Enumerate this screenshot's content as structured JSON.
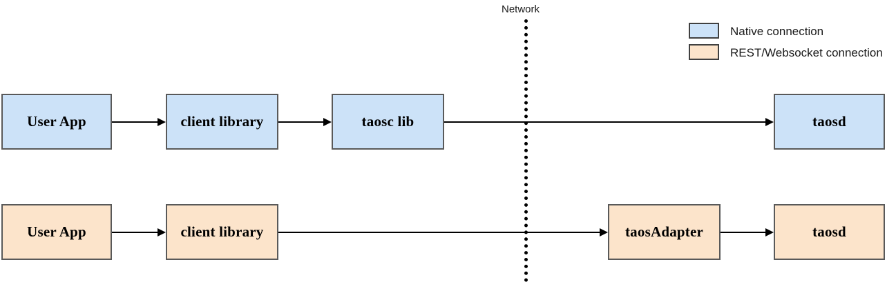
{
  "diagram": {
    "title_label": "Network",
    "colors": {
      "native_fill": "#cce2f8",
      "rest_fill": "#fce4cb",
      "box_border": "#595959",
      "line": "#000000"
    },
    "legend": {
      "items": [
        {
          "swatch": "native-connection-swatch",
          "label": "Native connection"
        },
        {
          "swatch": "rest-websocket-connection-swatch",
          "label": "REST/Websocket connection"
        }
      ]
    },
    "rows": [
      {
        "name": "native-connection-row",
        "type": "native",
        "nodes": [
          {
            "id": "user-app",
            "label": "User App"
          },
          {
            "id": "client-library",
            "label": "client library"
          },
          {
            "id": "taosc-lib",
            "label": "taosc lib"
          },
          {
            "id": "taosd",
            "label": "taosd"
          }
        ]
      },
      {
        "name": "rest-websocket-connection-row",
        "type": "rest",
        "nodes": [
          {
            "id": "user-app",
            "label": "User App"
          },
          {
            "id": "client-library",
            "label": "client library"
          },
          {
            "id": "taos-adapter",
            "label": "taosAdapter"
          },
          {
            "id": "taosd",
            "label": "taosd"
          }
        ]
      }
    ]
  }
}
